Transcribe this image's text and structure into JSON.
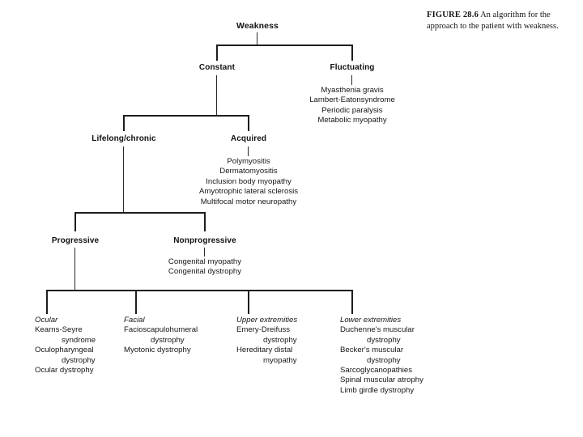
{
  "figure": {
    "caption_label": "FIGURE 28.6",
    "caption_text": "An algorithm for the approach to the patient with weakness."
  },
  "diagram": {
    "type": "flowchart",
    "title": "Weakness",
    "nodes": {
      "root": "Weakness",
      "constant": "Constant",
      "fluctuating": "Fluctuating",
      "lifelong": "Lifelong/chronic",
      "acquired": "Acquired",
      "progressive": "Progressive",
      "nonprogressive": "Nonprogressive"
    },
    "fluctuating_items": [
      "Myasthenia gravis",
      "Lambert-Eatonsyndrome",
      "Periodic paralysis",
      "Metabolic myopathy"
    ],
    "acquired_items": [
      "Polymyositis",
      "Dermatomyositis",
      "Inclusion body myopathy",
      "Amyotrophic lateral sclerosis",
      "Multifocal motor neuropathy"
    ],
    "nonprogressive_items": [
      "Congenital myopathy",
      "Congenital dystrophy"
    ],
    "progressive_columns": [
      {
        "heading": "Ocular",
        "items": [
          {
            "main": "Kearns-Seyre",
            "cont": "syndrome"
          },
          {
            "main": "Oculopharyngeal",
            "cont": "dystrophy"
          },
          {
            "main": "Ocular dystrophy",
            "cont": ""
          }
        ]
      },
      {
        "heading": "Facial",
        "items": [
          {
            "main": "Facioscapulohumeral",
            "cont": "dystrophy"
          },
          {
            "main": "Myotonic dystrophy",
            "cont": ""
          }
        ]
      },
      {
        "heading": "Upper extremities",
        "items": [
          {
            "main": "Emery-Dreifuss",
            "cont": "dystrophy"
          },
          {
            "main": "Hereditary distal",
            "cont": "myopathy"
          }
        ]
      },
      {
        "heading": "Lower extremities",
        "items": [
          {
            "main": "Duchenne's muscular",
            "cont": "dystrophy"
          },
          {
            "main": "Becker's muscular",
            "cont": "dystrophy"
          },
          {
            "main": "Sarcoglycanopathies",
            "cont": ""
          },
          {
            "main": "Spinal muscular atrophy",
            "cont": ""
          },
          {
            "main": "Limb girdle dystrophy",
            "cont": ""
          }
        ]
      }
    ],
    "colors": {
      "line": "#1d1d1d",
      "text": "#161616",
      "background": "#ffffff"
    }
  }
}
